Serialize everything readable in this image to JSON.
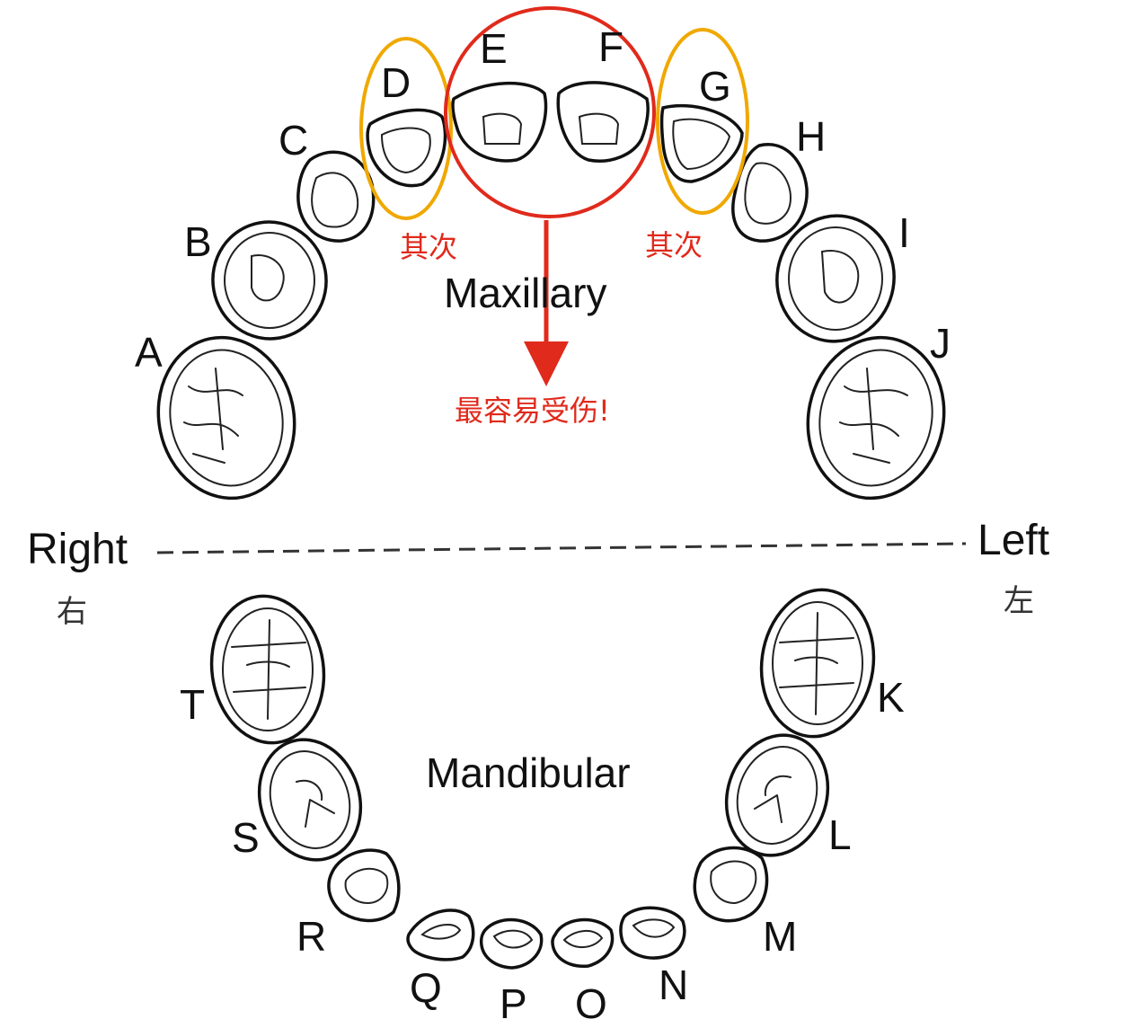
{
  "maxillary_label": "Maxillary",
  "mandibular_label": "Mandibular",
  "side_right": "Right",
  "side_right_cn": "右",
  "side_left": "Left",
  "side_left_cn": "左",
  "note_secondary_left": "其次",
  "note_secondary_right": "其次",
  "note_most_vulnerable": "最容易受伤!",
  "colors": {
    "red": "#e02a1c",
    "orange": "#f0a800",
    "outline": "#111111"
  },
  "maxillary_teeth": [
    "A",
    "B",
    "C",
    "D",
    "E",
    "F",
    "G",
    "H",
    "I",
    "J"
  ],
  "mandibular_teeth": [
    "K",
    "L",
    "M",
    "N",
    "O",
    "P",
    "Q",
    "R",
    "S",
    "T"
  ]
}
